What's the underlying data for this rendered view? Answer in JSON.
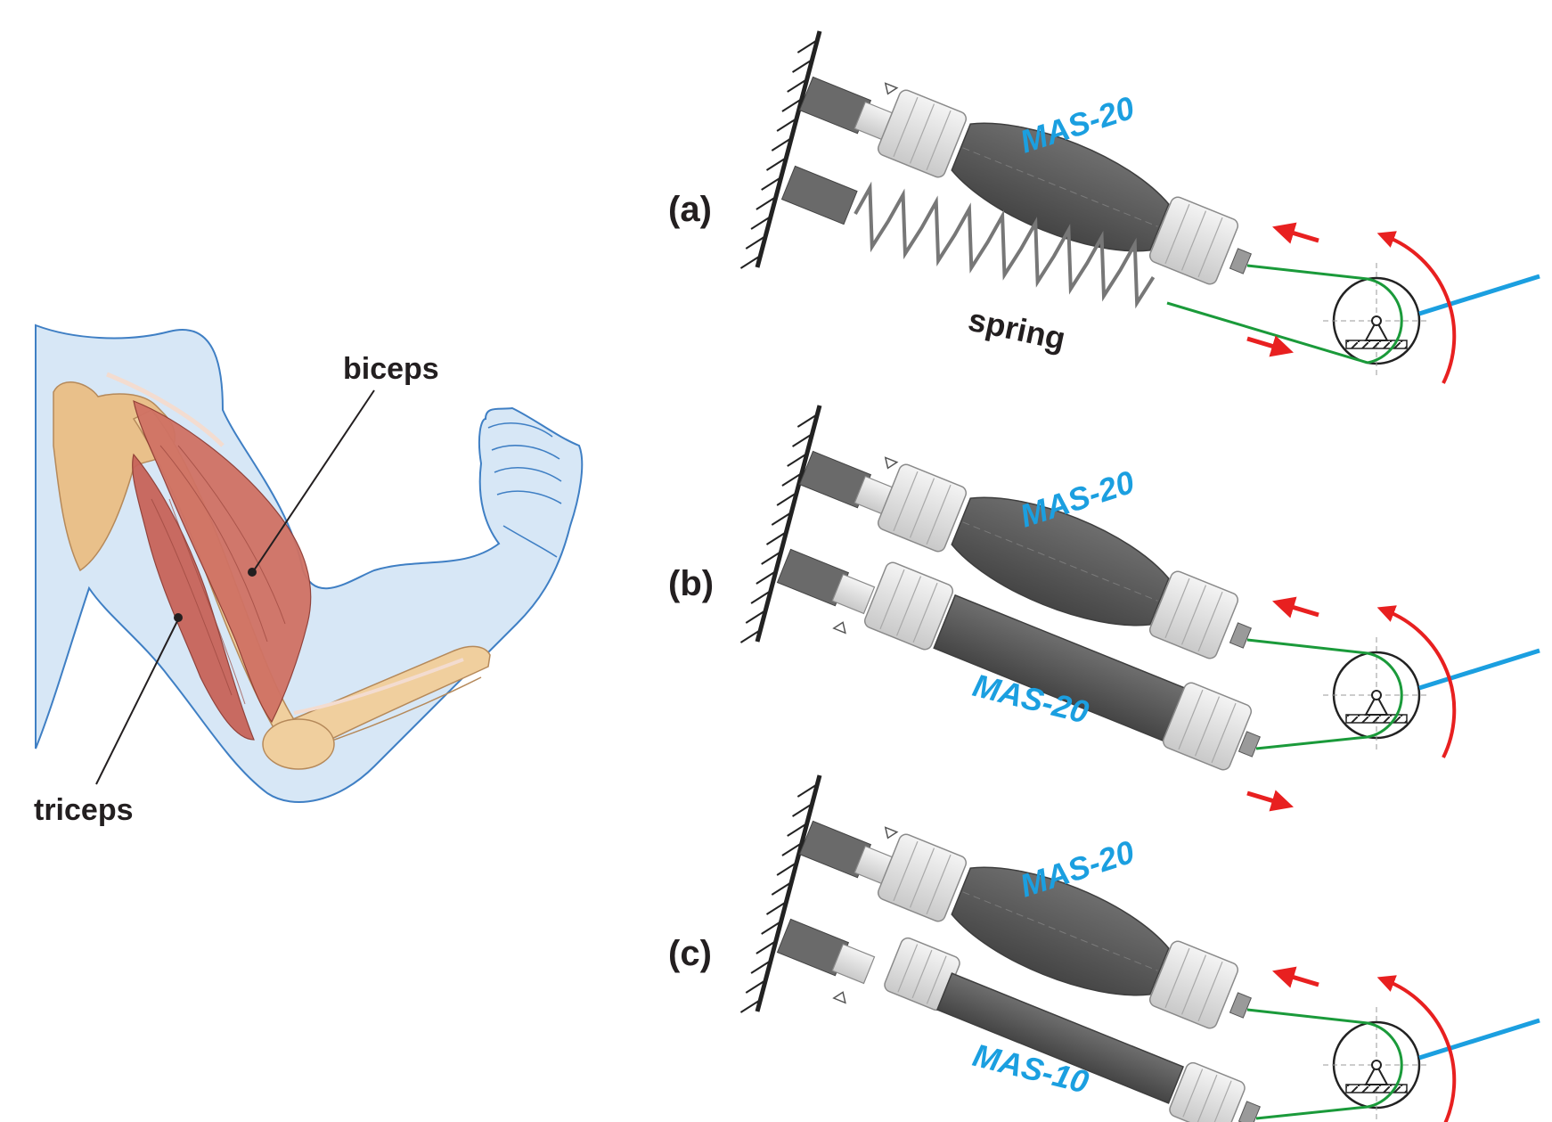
{
  "arm": {
    "biceps_label": "biceps",
    "triceps_label": "triceps",
    "skin_color": "#d7e7f6",
    "outline_color": "#3f7fc4",
    "muscle_color": "#c8645a",
    "bone_color": "#e9c08a"
  },
  "configs": [
    {
      "label": "(a)",
      "upper_muscle": "MAS-20",
      "lower_element": "spring"
    },
    {
      "label": "(b)",
      "upper_muscle": "MAS-20",
      "lower_muscle": "MAS-20"
    },
    {
      "label": "(c)",
      "upper_muscle": "MAS-20",
      "lower_muscle": "MAS-10"
    }
  ],
  "colors": {
    "muscle_dark": "#5f5f5f",
    "fitting": "#e3e3e3",
    "cable": "#1a9a3a",
    "arrow": "#e82020",
    "link": "#1b9fe0",
    "muscle_label": "#1b9fe0"
  }
}
